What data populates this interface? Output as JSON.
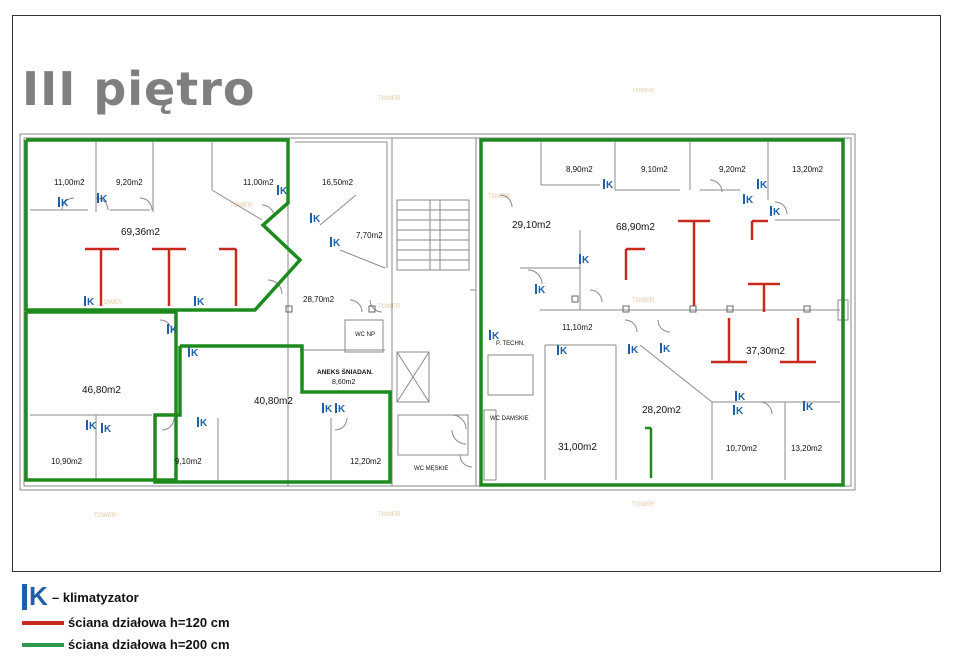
{
  "title": "III piętro",
  "colors": {
    "green_wall": "#1e8a1e",
    "red_wall": "#c8281e",
    "k_blue": "#1f5fa8",
    "legend_green": "#2e9a4e",
    "title_gray": "#7f7f80"
  },
  "rooms": {
    "r1": "11,00m2",
    "r2": "9,20m2",
    "r3": "11,00m2",
    "r4": "69,36m2",
    "r5": "16,50m2",
    "r6": "7,70m2",
    "r7": "28,70m2",
    "r8": "46,80m2",
    "r9": "40,80m2",
    "r10": "10,90m2",
    "r11": "9,10m2",
    "r12": "12,20m2",
    "r13": "8,90m2",
    "r14": "9,10m2",
    "r15": "9,20m2",
    "r16": "13,20m2",
    "r17": "29,10m2",
    "r18": "68,90m2",
    "r19": "11,10m2",
    "r20": "37,30m2",
    "r21": "28,20m2",
    "r22": "31,00m2",
    "r23": "10,70m2",
    "r24": "13,20m2"
  },
  "labels": {
    "wc_np": "WC NP",
    "aneks_1": "ANEKS ŚNIADAN.",
    "aneks_2": "8,60m2",
    "p_techn": "P. TECHN.",
    "wc_damskie": "WC DAMSKIE",
    "wc_meskie": "WC MĘSKIE",
    "k": "K",
    "watermark": "TOWER"
  },
  "legend": {
    "k_text": "– klimatyzator",
    "red_text": "ściana działowa h=120 cm",
    "green_text": "ściana działowa h=200 cm"
  }
}
